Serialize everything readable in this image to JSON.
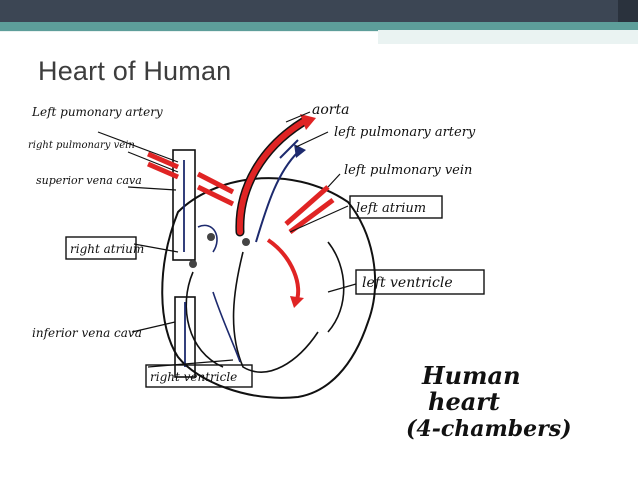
{
  "slide": {
    "title": "Heart of Human"
  },
  "colors": {
    "top_bar": "#3c4654",
    "accent": "#5d9e9a",
    "ink": "#1d2a6e",
    "blood_red": "#e02424"
  },
  "labels": {
    "left_pulmonary_artery_top": "Left pumonary artery",
    "right_pulmonary_vein": "right pulmonary vein",
    "superior_vena_cava": "superior vena cava",
    "right_atrium": "right atrium",
    "inferior_vena_cava": "inferior vena cava",
    "right_ventricle": "right ventricle",
    "aorta": "aorta",
    "left_pulmonary_artery_right": "left pulmonary artery",
    "left_pulmonary_vein": "left pulmonary vein",
    "left_atrium": "left atrium",
    "left_ventricle": "left ventricle"
  },
  "caption": {
    "line1": "Human",
    "line2": "heart",
    "line3": "(4-chambers)"
  }
}
